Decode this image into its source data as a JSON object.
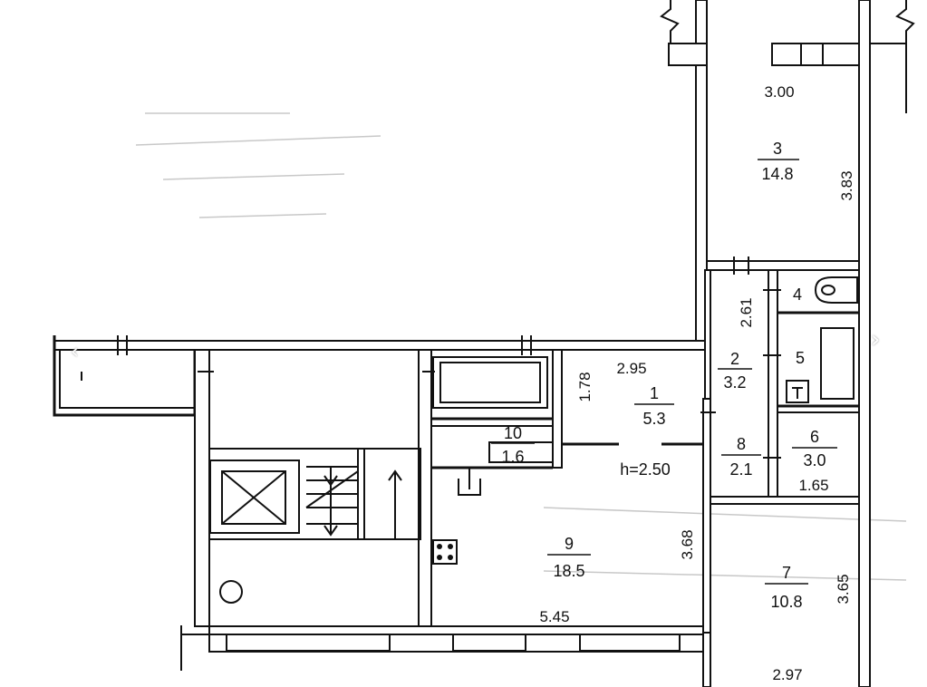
{
  "rooms": [
    {
      "number": "1",
      "area": "5.3"
    },
    {
      "number": "2",
      "area": "3.2"
    },
    {
      "number": "3",
      "area": "14.8"
    },
    {
      "number": "4",
      "area": ""
    },
    {
      "number": "5",
      "area": ""
    },
    {
      "number": "6",
      "area": "3.0"
    },
    {
      "number": "7",
      "area": "10.8"
    },
    {
      "number": "8",
      "area": "2.1"
    },
    {
      "number": "9",
      "area": "18.5"
    },
    {
      "number": "10",
      "area": "1.6"
    }
  ],
  "dimensions": {
    "d300": "3.00",
    "d383": "3.83",
    "d261": "2.61",
    "d295": "2.95",
    "d178": "1.78",
    "d165": "1.65",
    "d368": "3.68",
    "d365": "3.65",
    "d545": "5.45",
    "d297": "2.97"
  },
  "ceiling_height": "h=2.50",
  "nav": {
    "next_icon": "chevron-right-icon",
    "prev_icon": "chevron-left-icon",
    "next_glyph": "›",
    "prev_glyph": "‹"
  }
}
